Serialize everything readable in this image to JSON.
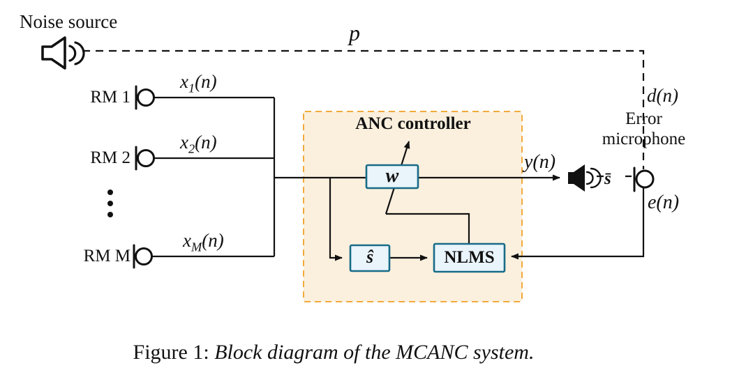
{
  "figure": {
    "caption_prefix": "Figure 1:",
    "caption_text": "Block diagram of the MCANC system."
  },
  "labels": {
    "noise_source": "Noise source",
    "primary_path": "p",
    "disturbance": "d(n)",
    "error_mic_line1": "Error",
    "error_mic_line2": "microphone",
    "output_signal": "y(n)",
    "error_signal": "e(n)",
    "secondary_path_estimate_inline": "s̄"
  },
  "reference_mics": [
    {
      "name": "RM 1",
      "signal_var": "x",
      "signal_sub": "1",
      "signal_arg": "(n)"
    },
    {
      "name": "RM 2",
      "signal_var": "x",
      "signal_sub": "2",
      "signal_arg": "(n)"
    },
    {
      "name": "RM M",
      "signal_var": "x",
      "signal_sub": "M",
      "signal_arg": "(n)"
    }
  ],
  "controller": {
    "title": "ANC controller",
    "blocks": {
      "filter": "w",
      "secondary_estimate": "ŝ",
      "algorithm": "NLMS"
    }
  },
  "icons": {
    "noise_speaker": "loudspeaker-with-sound-waves-icon",
    "cancel_speaker": "filled-loudspeaker-icon",
    "reference_mic": "microphone-circle-icon",
    "error_mic": "microphone-circle-icon",
    "vertical_ellipsis": "vertical-ellipsis-dots"
  },
  "colors": {
    "accent": "#f2a93b",
    "controller_fill": "#fbf0de",
    "block_fill": "#e9f4fb",
    "block_border": "#176b87",
    "line": "#111111"
  }
}
